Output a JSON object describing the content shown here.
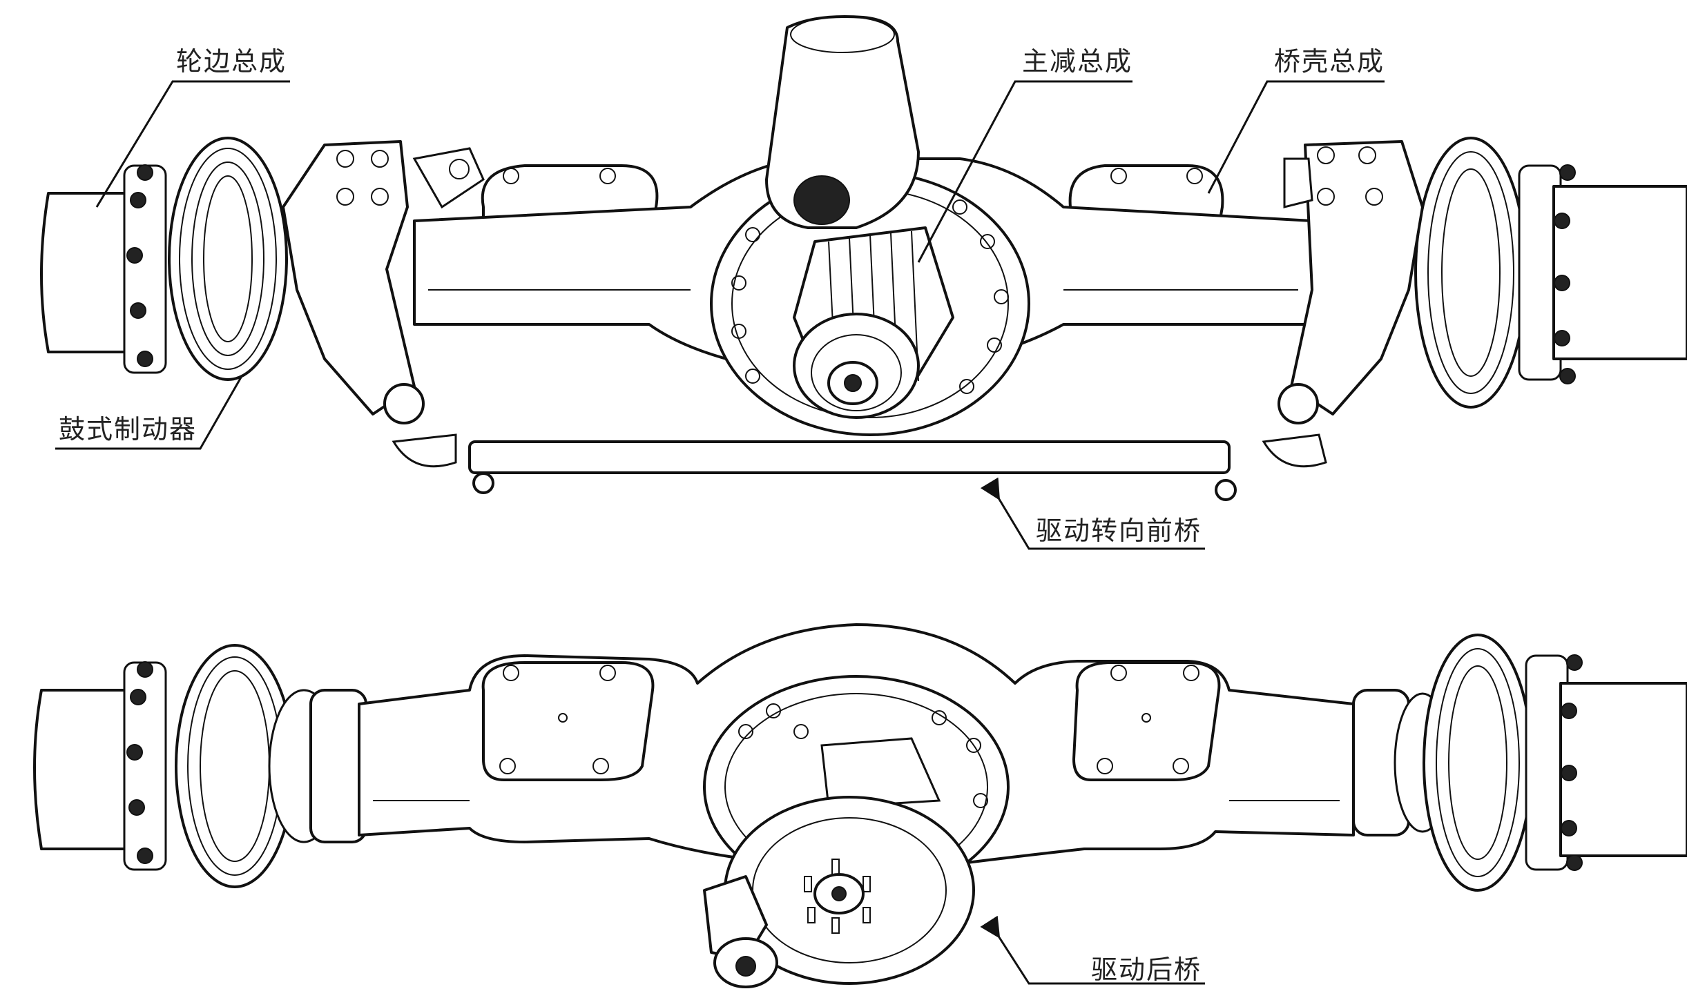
{
  "labels": {
    "wheel_end": "轮边总成",
    "final_drive": "主减总成",
    "axle_housing": "桥壳总成",
    "drum_brake": "鼓式制动器",
    "front_axle": "驱动转向前桥",
    "rear_axle": "驱动后桥"
  },
  "colors": {
    "line": "#111111",
    "text": "#222222",
    "background": "#ffffff"
  }
}
